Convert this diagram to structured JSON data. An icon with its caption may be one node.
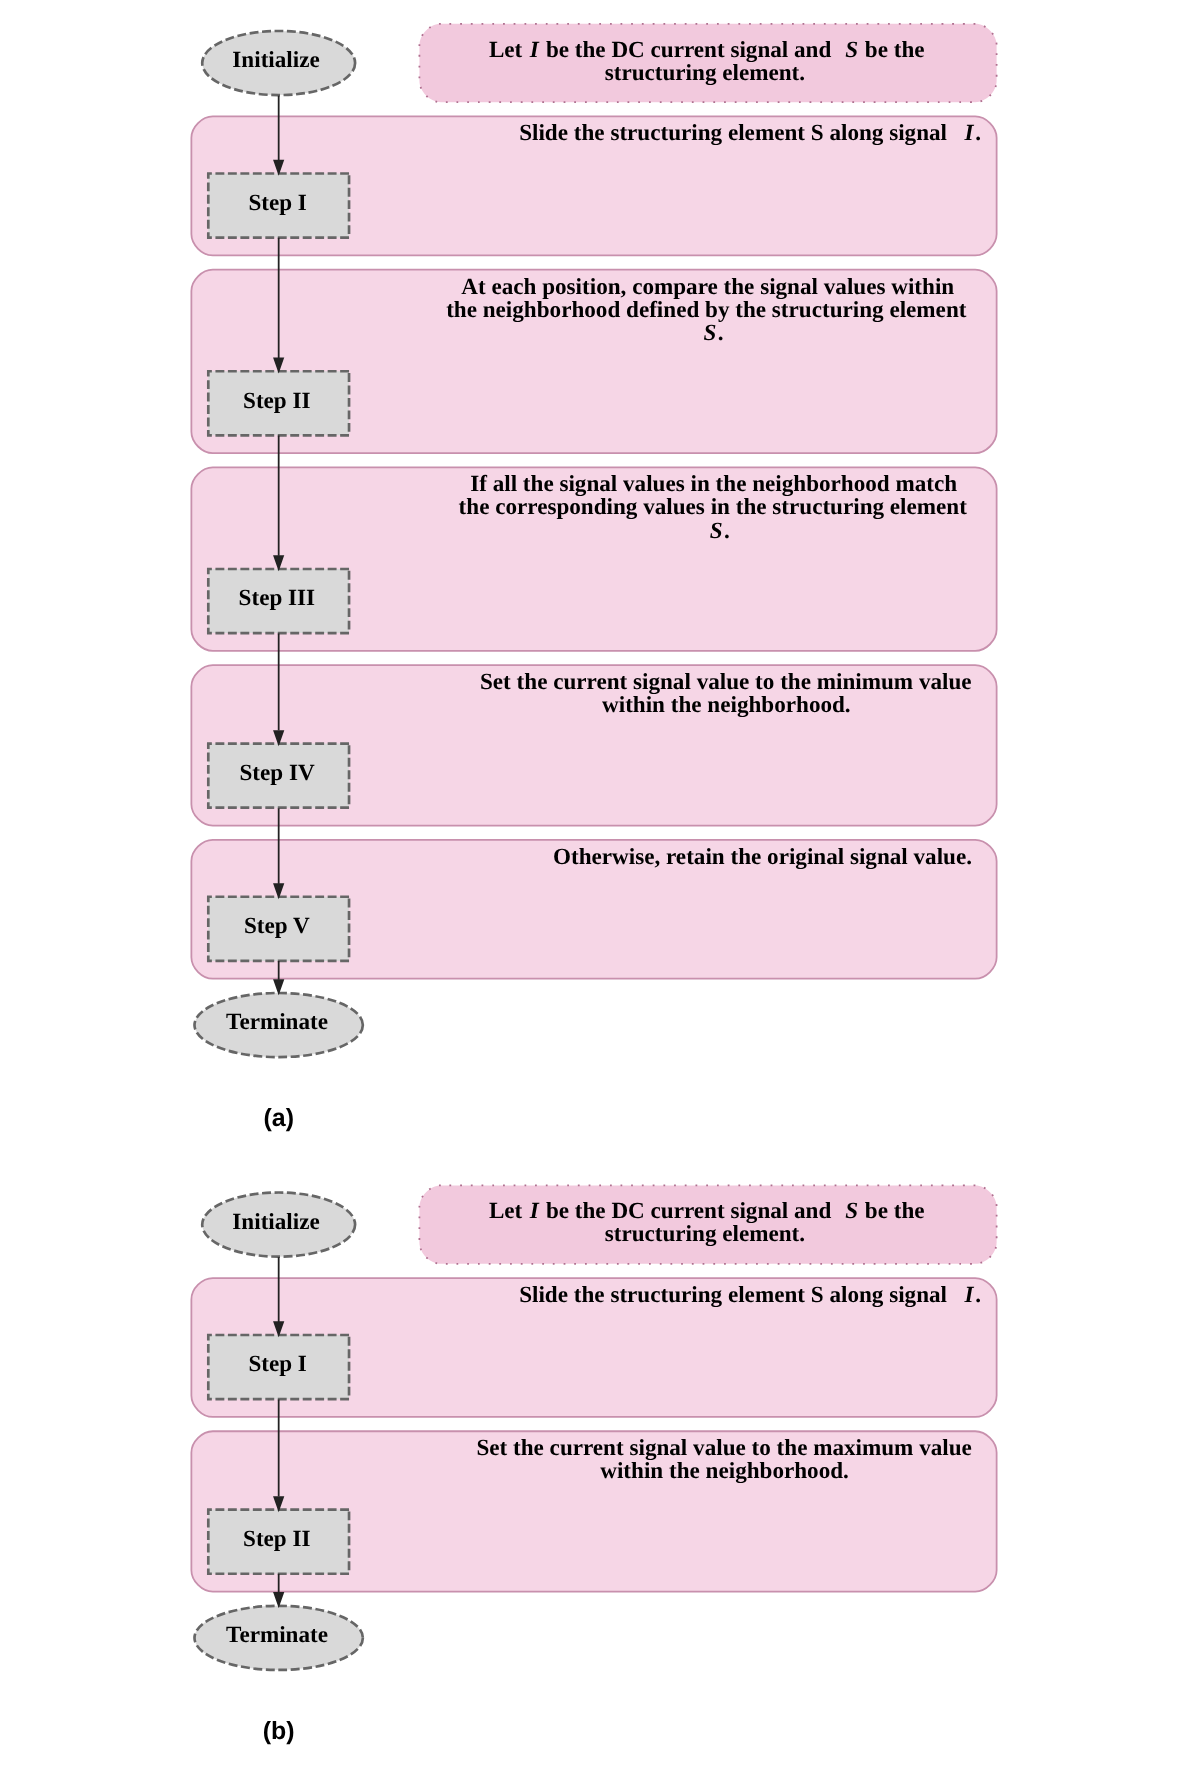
{
  "diagram": {
    "nodes": [
      {
        "text": [
          "Let *I* be the DC current signal and *S* be the structuring element."
        ]
      },
      {
        "text": [
          "Initialize"
        ]
      },
      {
        "text": [
          "Slide the structuring element S along signal *I*."
        ]
      },
      {
        "text": [
          "Step I"
        ],
        "in": 2
      },
      {
        "text": [
          "At each position, compare the signal values within the neighborhood defined by the structuring element *S*."
        ]
      },
      {
        "text": [
          "Step II"
        ],
        "in": 4
      },
      {
        "text": [
          "If all the signal values in the neighborhood match the corresponding values in the structuring element *S*."
        ]
      },
      {
        "text": [
          "Step III"
        ],
        "in": 6
      },
      {
        "text": [
          "Set the current signal value to the minimum value within the neighborhood."
        ]
      },
      {
        "text": [
          "Step IV"
        ],
        "in": 8
      },
      {
        "text": [
          "Otherwise, retain the original signal value."
        ]
      },
      {
        "text": [
          "Step V"
        ],
        "in": 10
      },
      {
        "text": [
          "Terminate"
        ]
      },
      {
        "text": [
          "Let *I* be the DC current signal and *S* be the structuring element."
        ]
      },
      {
        "text": [
          "Initialize"
        ]
      },
      {
        "text": [
          "Slide the structuring element S along signal *I*."
        ]
      },
      {
        "text": [
          "Step I"
        ],
        "in": 15
      },
      {
        "text": [
          "Set the current signal value to the maximum value within the neighborhood."
        ]
      },
      {
        "text": [
          "Step II"
        ],
        "in": 17
      },
      {
        "text": [
          "Terminate"
        ]
      }
    ],
    "edges": [
      {
        "from": 1,
        "to": 3,
        "arrow": "to"
      },
      {
        "from": 3,
        "to": 5,
        "arrow": "to"
      },
      {
        "from": 5,
        "to": 7,
        "arrow": "to"
      },
      {
        "from": 7,
        "to": 9,
        "arrow": "to"
      },
      {
        "from": 9,
        "to": 11,
        "arrow": "to"
      },
      {
        "from": 11,
        "to": 12,
        "arrow": "to"
      },
      {
        "from": 14,
        "to": 16,
        "arrow": "to"
      },
      {
        "from": 16,
        "to": 18,
        "arrow": "to"
      },
      {
        "from": 18,
        "to": 19,
        "arrow": "to"
      }
    ],
    "labels": [
      "(a)",
      "(b)"
    ]
  }
}
